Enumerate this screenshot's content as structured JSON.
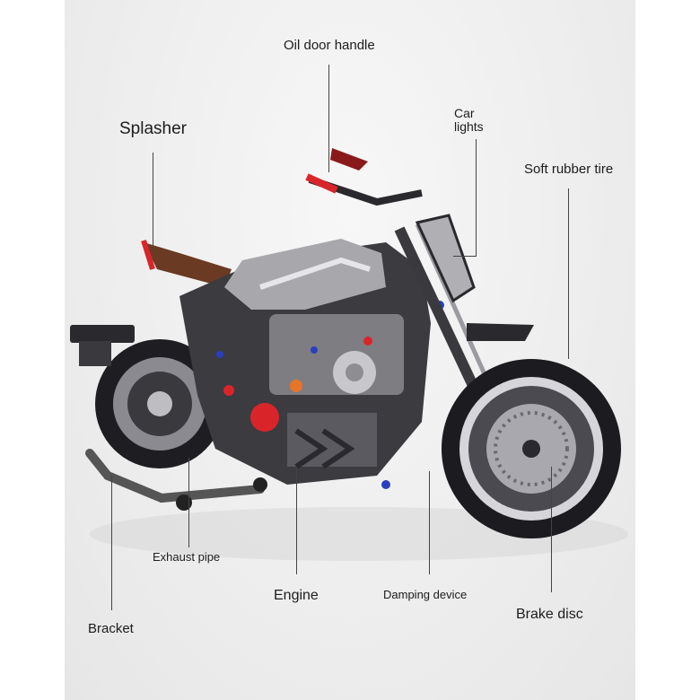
{
  "labels": {
    "oil_door_handle": "Oil door handle",
    "splasher": "Splasher",
    "car_lights_line1": "Car",
    "car_lights_line2": "lights",
    "soft_rubber_tire": "Soft rubber tire",
    "exhaust_pipe": "Exhaust pipe",
    "engine": "Engine",
    "damping_device": "Damping device",
    "bracket": "Bracket",
    "brake_disc": "Brake disc"
  },
  "colors": {
    "tank": "#a8a8ac",
    "frame": "#2a2a2e",
    "accent_red": "#d9252a",
    "accent_orange": "#e8742a",
    "accent_blue": "#2a3fbf",
    "seat_brown": "#6b3a22"
  }
}
